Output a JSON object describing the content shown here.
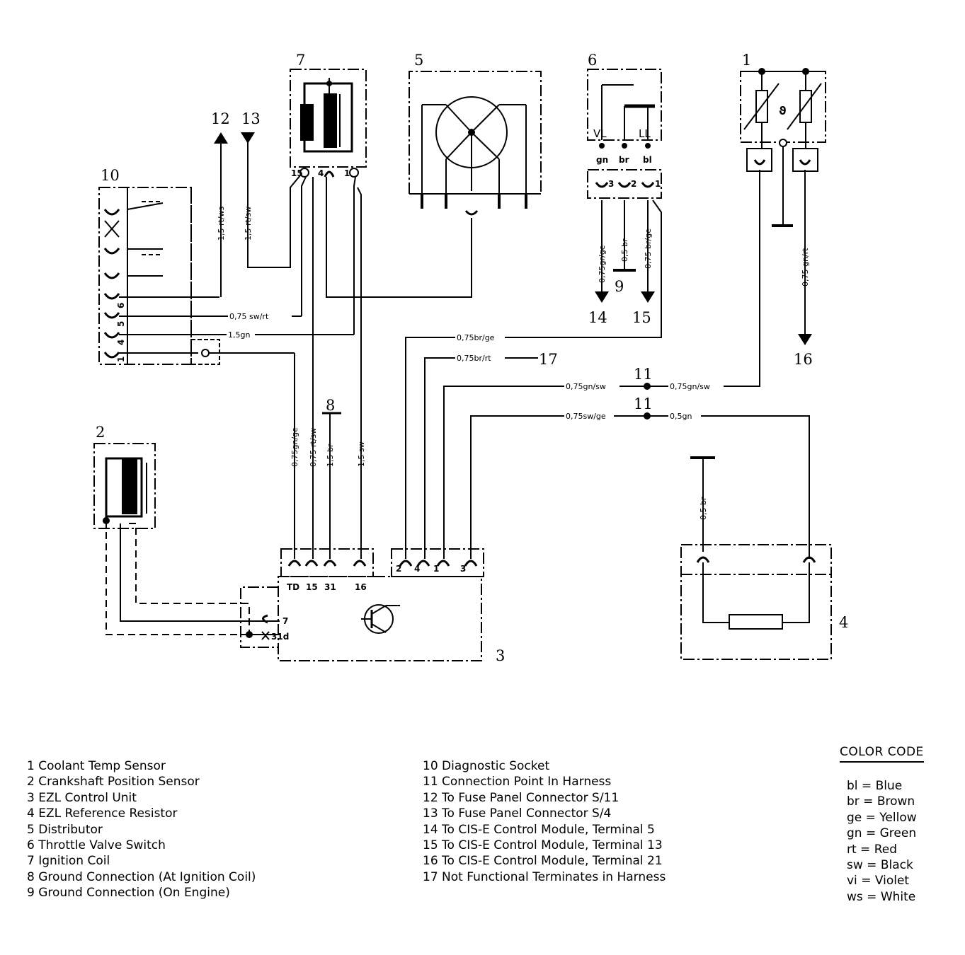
{
  "components": {
    "c1": "1",
    "c2": "2",
    "c3": "3",
    "c4": "4",
    "c5": "5",
    "c6": "6",
    "c7": "7",
    "c8": "8",
    "c9": "9",
    "c10": "10",
    "c11": "11",
    "c12": "12",
    "c13": "13",
    "c14": "14",
    "c15": "15",
    "c16": "16",
    "c17": "17"
  },
  "wires": {
    "w_sw_rt": "0,75 sw/rt",
    "w_gn": "1,5gn",
    "w_br_ge": "0,75br/ge",
    "w_br_rt": "0,75br/rt",
    "w_gn_sw_left": "0,75gn/sw",
    "w_gn_sw_right": "0,75gn/sw",
    "w_sw_ge": "0,75sw/ge",
    "w_05gn": "0,5gn",
    "w_rt_ws": "1,5 rt/ws",
    "w_rt_sw_13": "1,5 rt/sw",
    "w_gr_ge": "0,75gr/ge",
    "w_05br_9": "0,5 br",
    "w_br_ge_15": "0,75 br/ge",
    "w_gn_rt": "0,75 gn/rt",
    "w_gn_ge": "0,75gn/ge",
    "w_rt_sw_15": "0,75 rt/sw",
    "w_15br": "1,5 br",
    "w_15sw": "1,5 sw",
    "w_05br_4": "0,5 br"
  },
  "pins": {
    "coil_15": "15",
    "coil_4": "4",
    "coil_1": "1",
    "tvs_3": "3",
    "tvs_2": "2",
    "tvs_1": "1",
    "tvs_vl": "VL",
    "tvs_ll": "LL",
    "tvs_gn": "gn",
    "tvs_br": "br",
    "tvs_bl": "bl",
    "diag_6": "6",
    "diag_5": "5",
    "diag_4": "4",
    "diag_1": "1",
    "ecu_td": "TD",
    "ecu_15": "15",
    "ecu_31": "31",
    "ecu_16": "16",
    "ecu_r2": "2",
    "ecu_r4": "4",
    "ecu_r1": "1",
    "ecu_r3": "3",
    "ecu_7": "7",
    "ecu_31d": "31d",
    "theta": "ϑ"
  },
  "legend_left": [
    "1  Coolant Temp  Sensor",
    "2  Crankshaft Position Sensor",
    "3  EZL Control Unit",
    "4  EZL Reference Resistor",
    "5  Distributor",
    "6  Throttle Valve Switch",
    "7  Ignition Coil",
    "8  Ground Connection (At Ignition Coil)",
    "9  Ground Connection (On Engine)"
  ],
  "legend_right": [
    "10  Diagnostic Socket",
    "11  Connection Point In Harness",
    "12  To Fuse Panel  Connector S/11",
    "13  To Fuse Panel  Connector S/4",
    "14  To CIS-E Control Module, Terminal 5",
    "15  To CIS-E Control Module, Terminal 13",
    "16  To CIS-E Control Module, Terminal 21",
    "17  Not Functional  Terminates in Harness"
  ],
  "color_code": {
    "title": "COLOR CODE",
    "items": [
      "bl = Blue",
      "br = Brown",
      "ge = Yellow",
      "gn = Green",
      "rt = Red",
      "sw = Black",
      "vi = Violet",
      "ws = White"
    ]
  }
}
